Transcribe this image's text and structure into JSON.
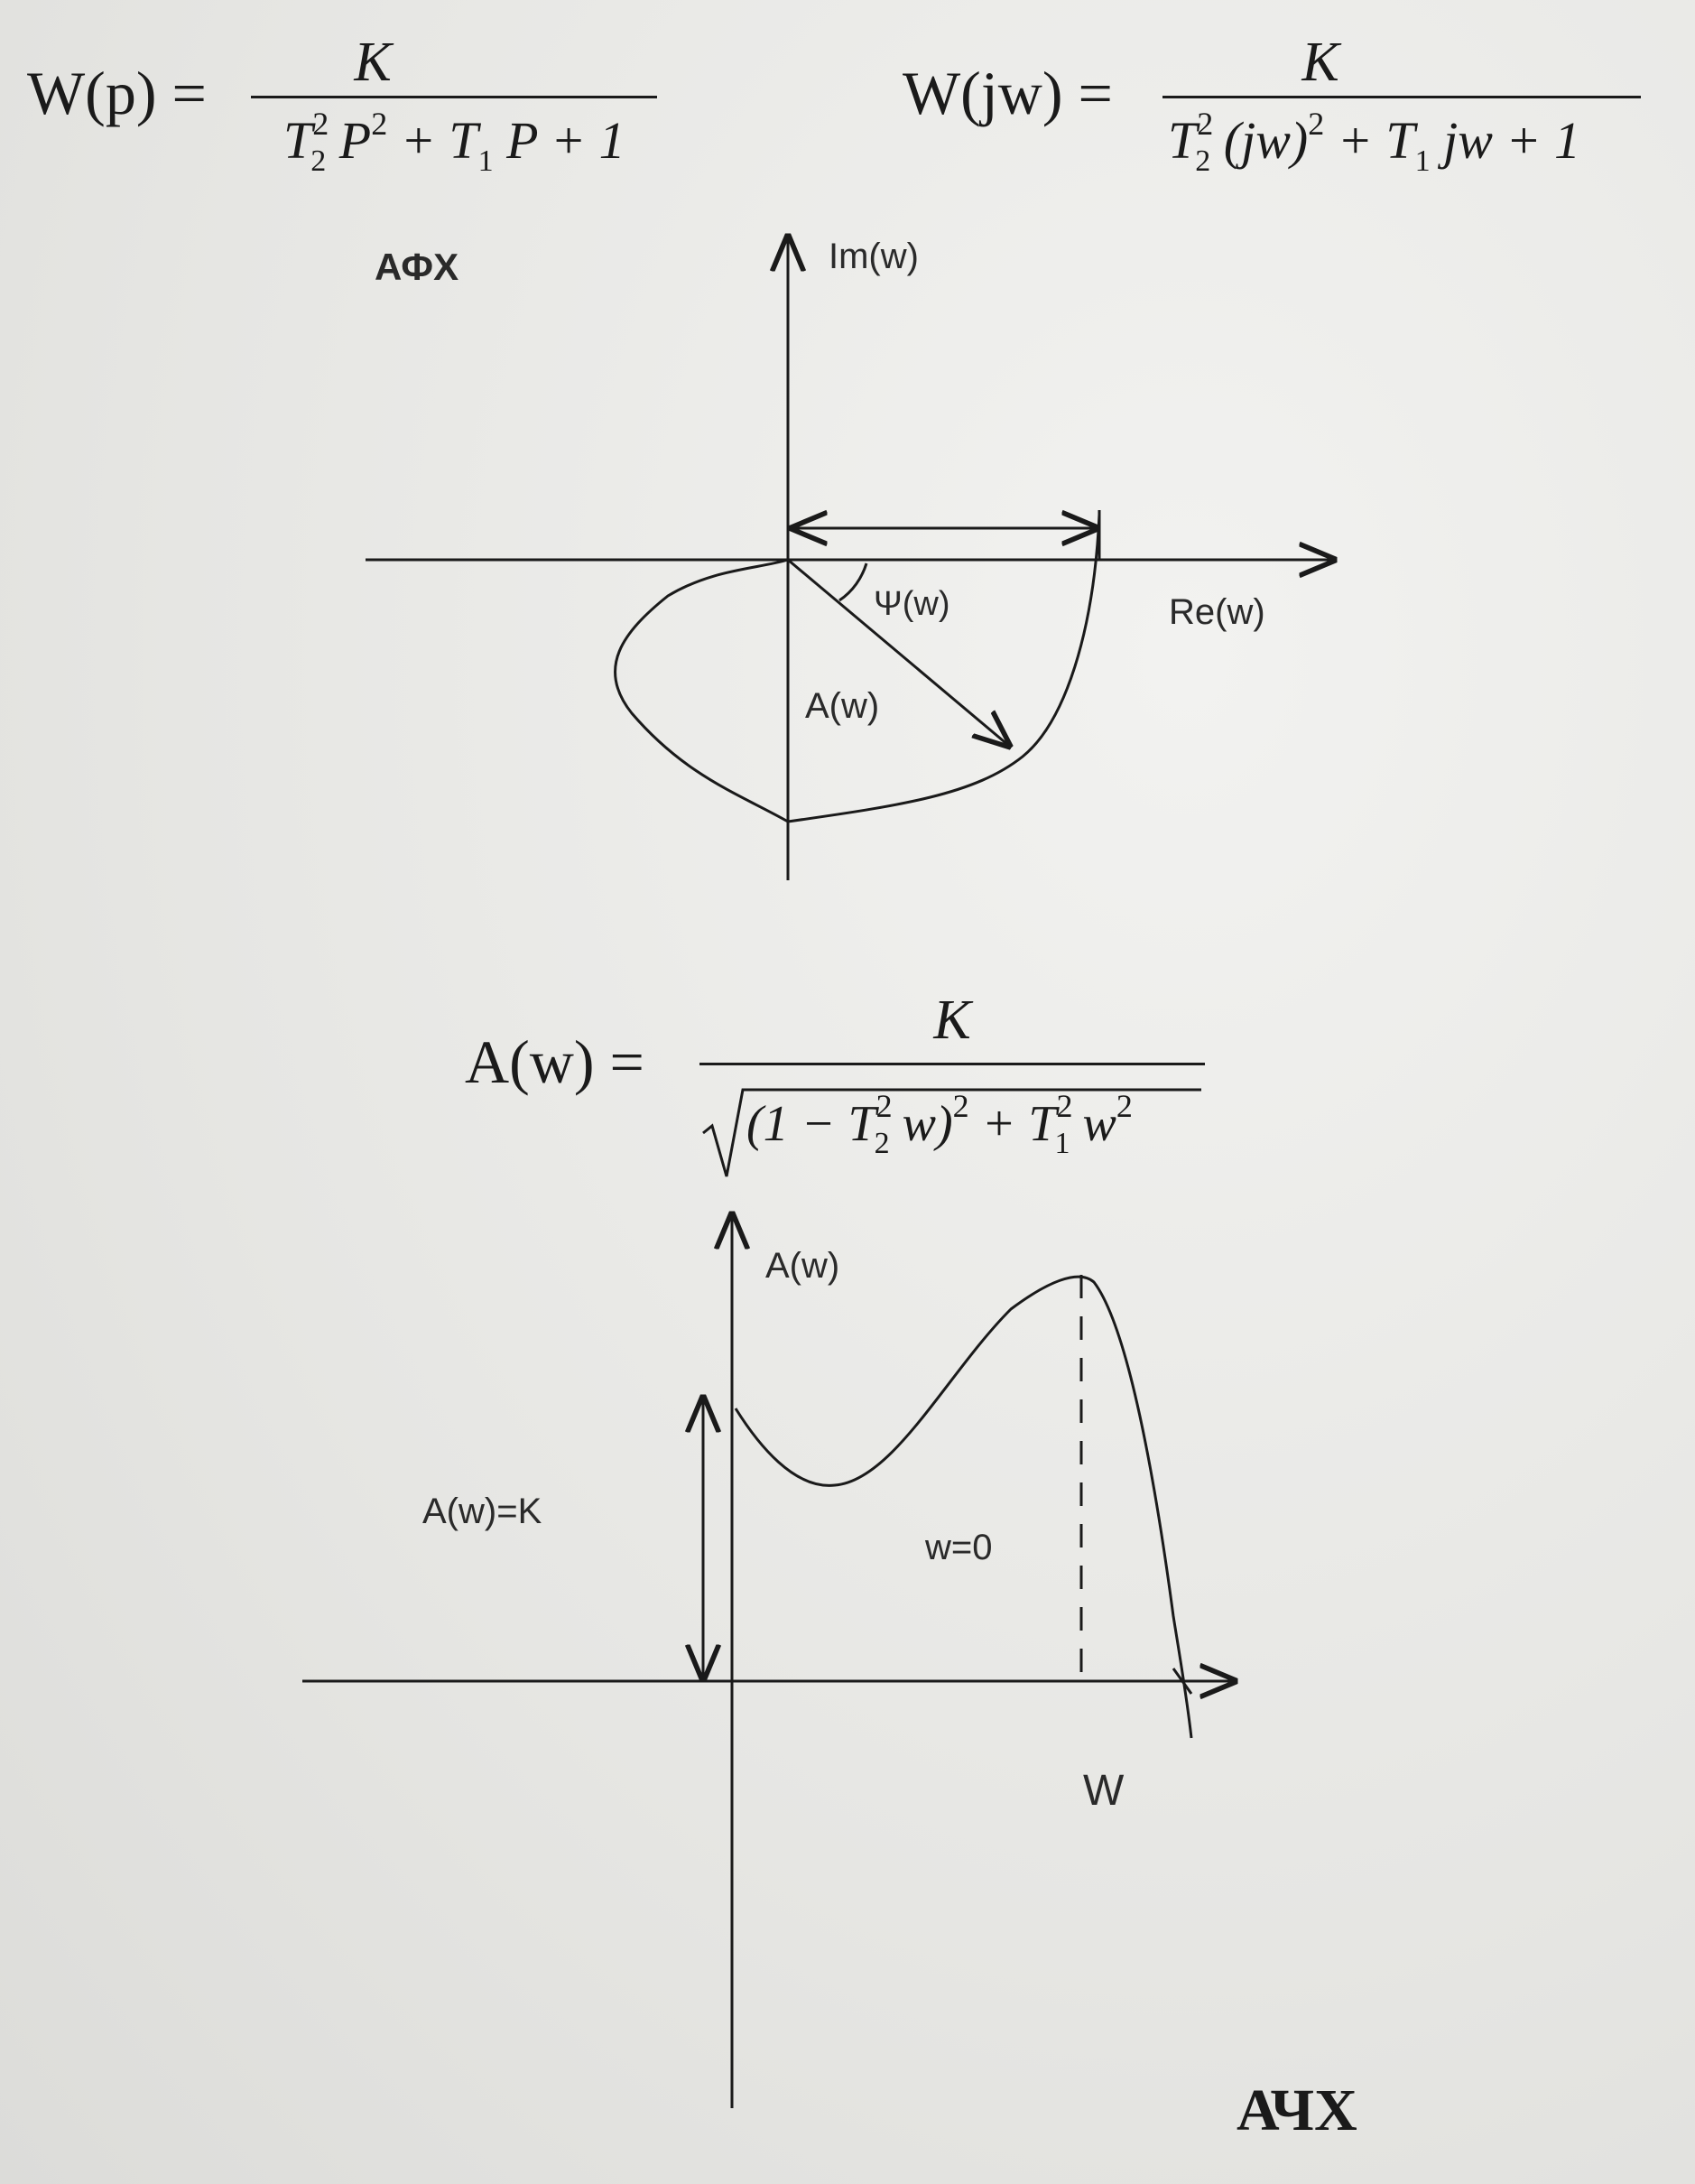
{
  "formulas": {
    "wp": {
      "lhs": "W(p) =",
      "numerator": "K",
      "den_T2": "T",
      "den_T2_sup": "2",
      "den_T2_sub": "2",
      "den_P": "P",
      "den_P_sup": "2",
      "den_plus1": "+ T",
      "den_T1_sub": "1",
      "den_rest": "P + 1"
    },
    "wjw": {
      "lhs": "W(jw) =",
      "numerator": "K",
      "den_T2": "T",
      "den_T2_sup": "2",
      "den_T2_sub": "2",
      "den_mid": "(jw)",
      "den_mid_sup": "2",
      "den_plus": "+ T",
      "den_T1_sub": "1",
      "den_rest": "jw + 1"
    },
    "aw": {
      "lhs": "A(w) =",
      "numerator": "K",
      "den_open": "(1 − T",
      "den_T2_sup": "2",
      "den_T2_sub": "2",
      "den_w": "w)",
      "den_w_sup": "2",
      "den_plus": "+ T",
      "den_T1_sup": "2",
      "den_T1_sub": "1",
      "den_w2": "w",
      "den_w2_sup": "2"
    }
  },
  "afx_diagram": {
    "title": "АФХ",
    "y_axis_label": "Im(w)",
    "x_axis_label": "Re(w)",
    "phase_label": "Ψ(w)",
    "amplitude_label": "A(w)"
  },
  "achx_diagram": {
    "title": "АЧХ",
    "y_axis_label": "A(w)",
    "x_axis_label": "W",
    "gain_label": "A(w)=K",
    "peak_label": "w=0"
  }
}
